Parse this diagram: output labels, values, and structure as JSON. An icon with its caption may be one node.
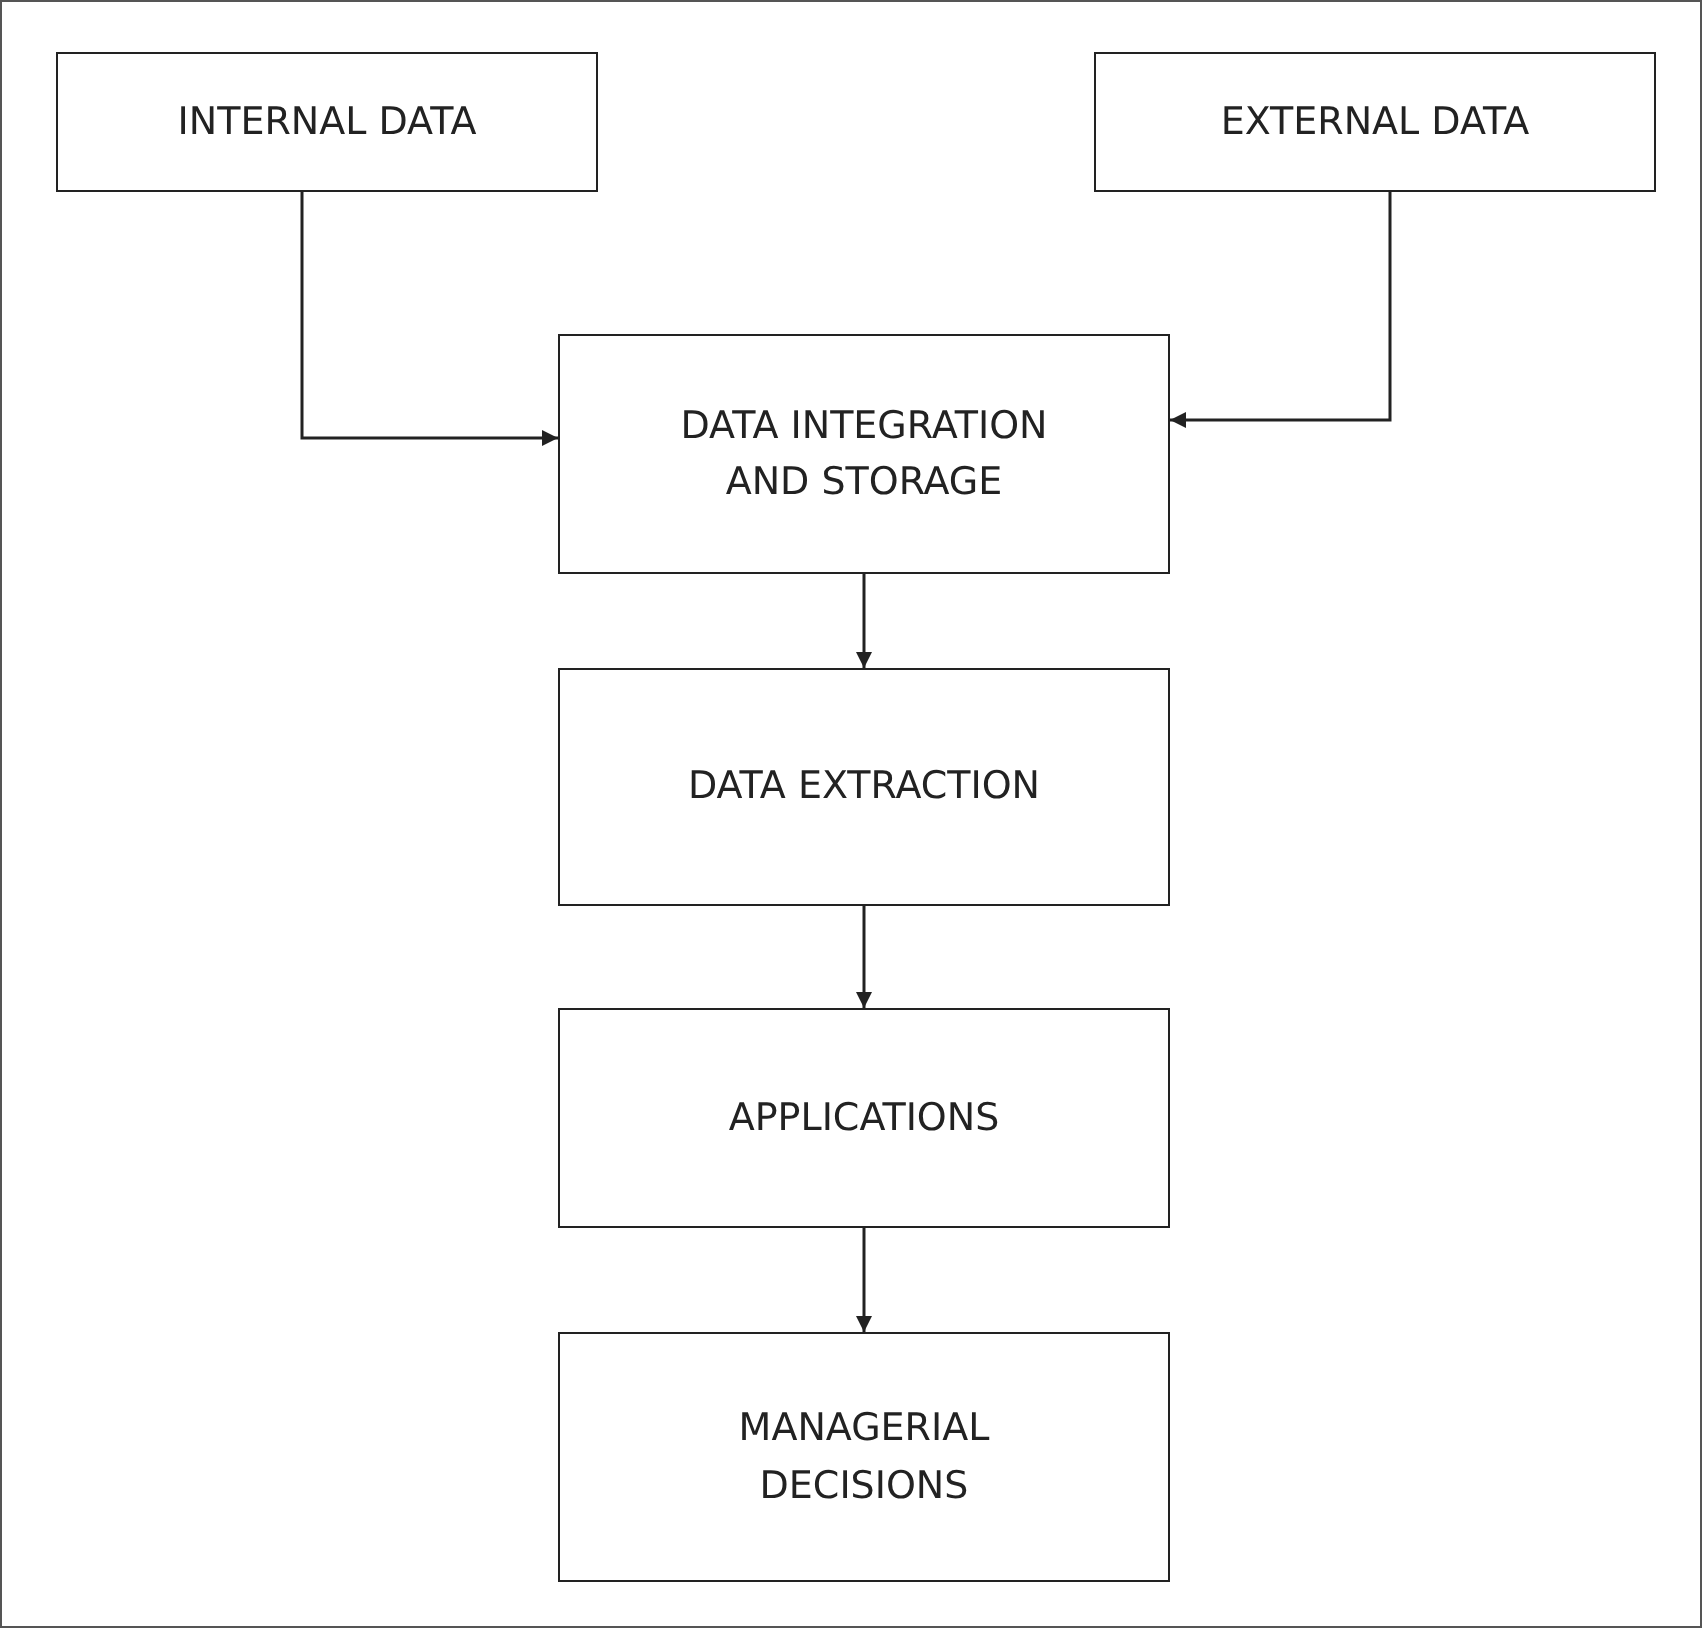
{
  "diagram": {
    "nodes": [
      {
        "text": [
          "INTERNAL DATA"
        ]
      },
      {
        "text": [
          "EXTERNAL DATA"
        ]
      },
      {
        "text": [
          "DATA INTEGRATION AND STORAGE"
        ]
      },
      {
        "text": [
          "DATA EXTRACTION"
        ]
      },
      {
        "text": [
          "APPLICATIONS"
        ]
      },
      {
        "text": [
          "MANAGERIAL DECISIONS"
        ]
      }
    ],
    "edges": [
      {
        "from": 0,
        "to": 2,
        "arrow": "to"
      },
      {
        "from": 1,
        "to": 2,
        "arrow": "to"
      },
      {
        "from": 2,
        "to": 3,
        "arrow": "to"
      },
      {
        "from": 3,
        "to": 4,
        "arrow": "to"
      },
      {
        "from": 4,
        "to": 5,
        "arrow": "to"
      }
    ]
  }
}
